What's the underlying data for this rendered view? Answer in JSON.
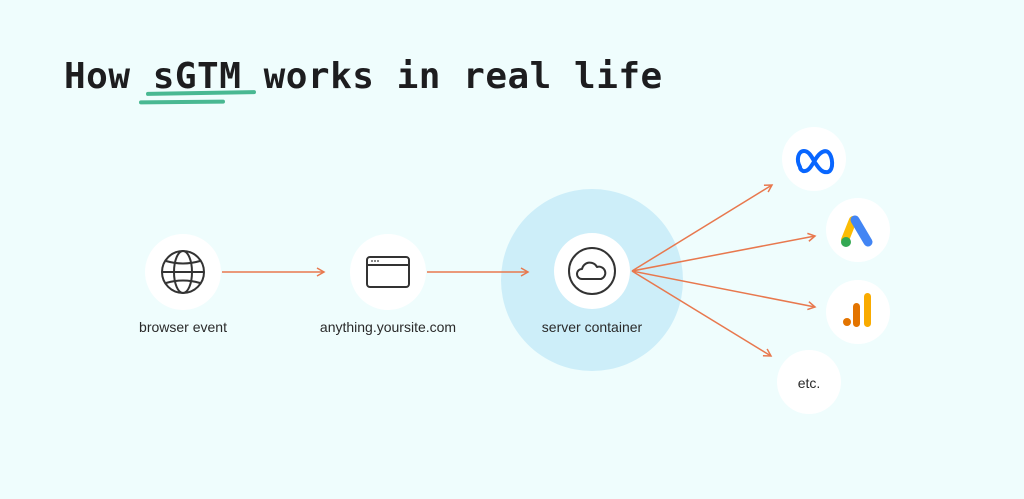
{
  "title": {
    "prefix": "How ",
    "highlight": "sGTM",
    "suffix": " works in real life"
  },
  "colors": {
    "background": "#effdfd",
    "accent_underline": "#49b892",
    "arrow": "#e8784e",
    "server_halo": "#cdeef9"
  },
  "nodes": [
    {
      "id": "browser",
      "label": "browser event",
      "icon": "globe-icon"
    },
    {
      "id": "site",
      "label": "anything.yoursite.com",
      "icon": "browser-window-icon"
    },
    {
      "id": "server",
      "label": "server container",
      "icon": "cloud-icon"
    }
  ],
  "destinations": [
    {
      "id": "meta",
      "icon": "meta-logo-icon"
    },
    {
      "id": "google-ads",
      "icon": "google-ads-logo-icon"
    },
    {
      "id": "google-analytics",
      "icon": "google-analytics-logo-icon"
    },
    {
      "id": "etc",
      "label": "etc."
    }
  ]
}
